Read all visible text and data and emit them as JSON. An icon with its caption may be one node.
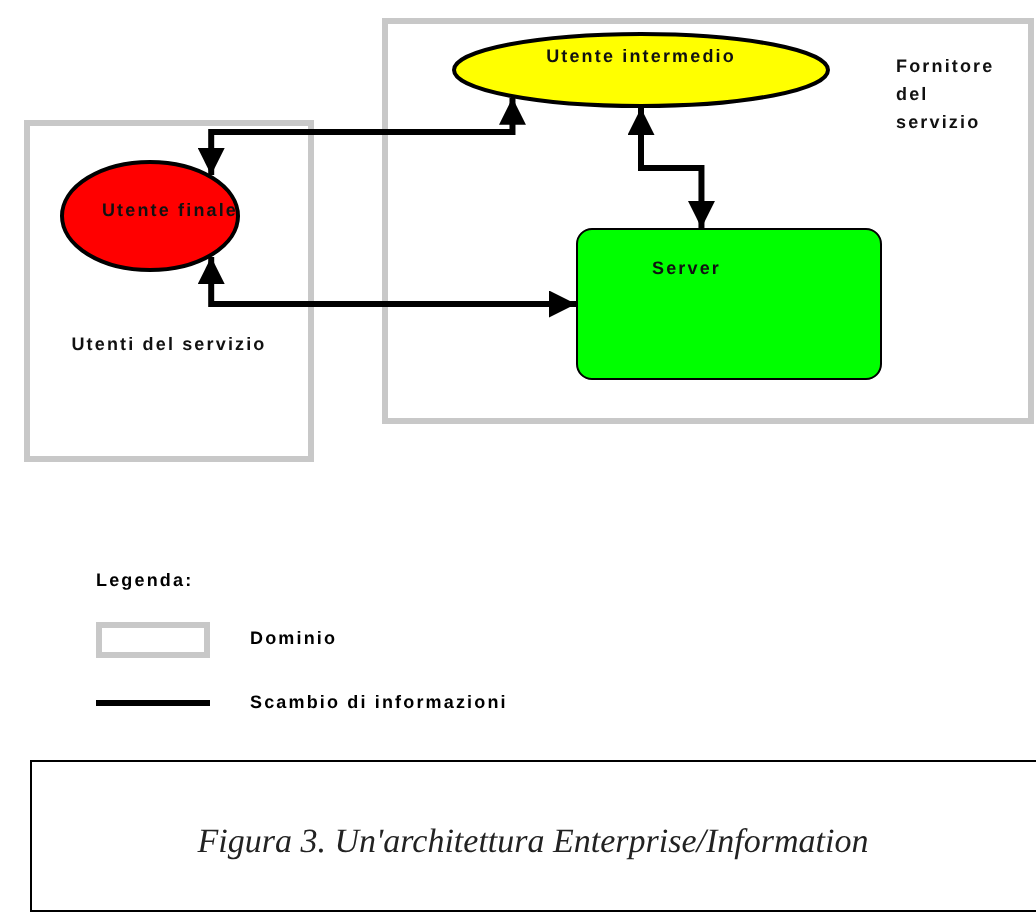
{
  "diagram": {
    "caption": "Figura 3. Un'architettura Enterprise/Information",
    "nodes": [
      {
        "text": [
          "Utenti del servizio"
        ]
      },
      {
        "text": [
          "Utente finale"
        ],
        "in": 0
      },
      {
        "text": [
          "Fornitore del servizio"
        ]
      },
      {
        "text": [
          "Utente intermedio"
        ],
        "in": 2
      },
      {
        "text": [
          "Server"
        ],
        "in": 2
      }
    ],
    "edges": [
      {
        "from": 1,
        "to": 3,
        "arrow": "both"
      },
      {
        "from": 3,
        "to": 4,
        "arrow": "both"
      },
      {
        "from": 1,
        "to": 4,
        "arrow": "both"
      }
    ],
    "labels": [
      "Legenda:"
    ],
    "legend": [
      {
        "text": "Dominio"
      },
      {
        "text": "Scambio di informazioni"
      }
    ]
  }
}
